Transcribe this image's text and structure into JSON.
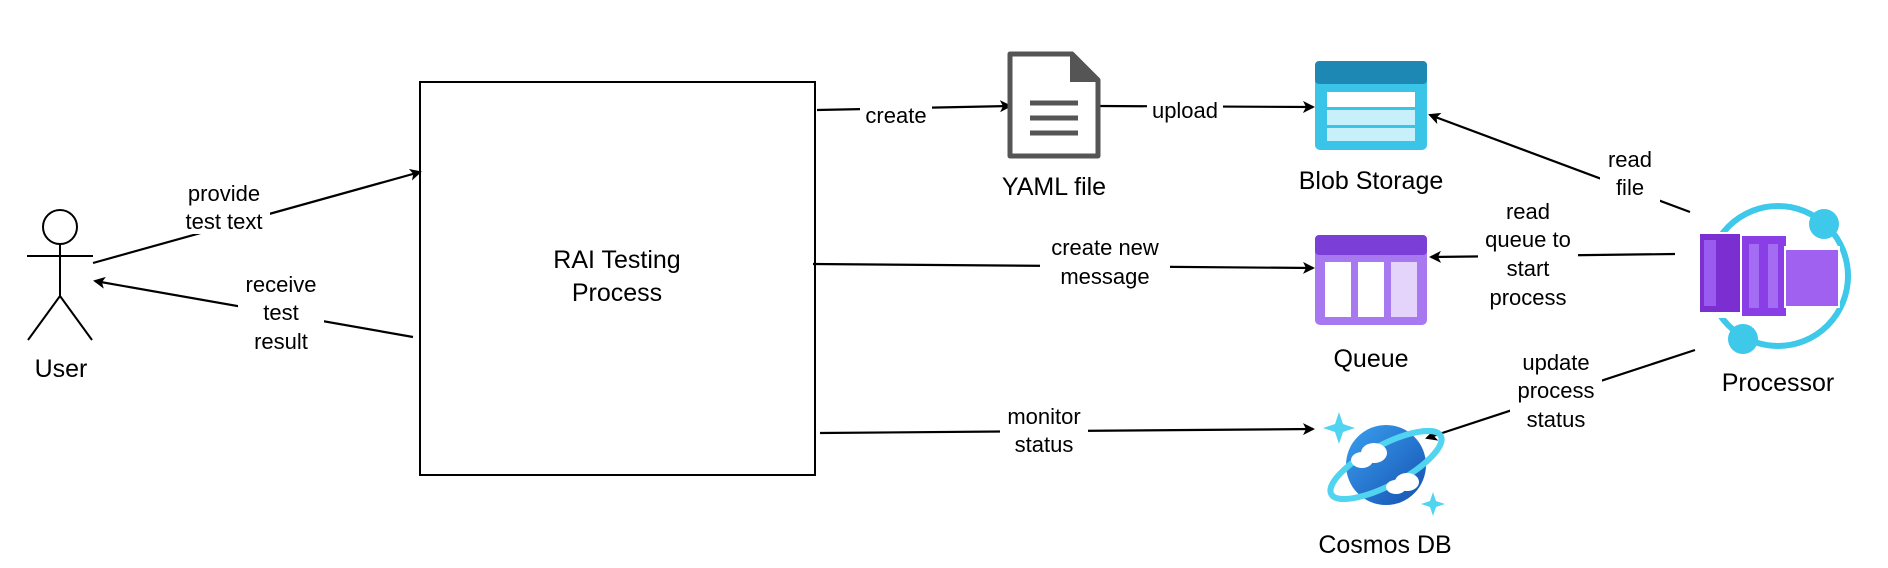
{
  "nodes": {
    "user": {
      "label": "User",
      "icon": "stick-figure-icon"
    },
    "process": {
      "label_line1": "RAI Testing",
      "label_line2": "Process"
    },
    "yaml": {
      "label": "YAML file",
      "icon": "document-icon"
    },
    "blob": {
      "label": "Blob Storage",
      "icon": "blob-storage-icon"
    },
    "queue": {
      "label": "Queue",
      "icon": "queue-icon"
    },
    "cosmos": {
      "label": "Cosmos DB",
      "icon": "cosmos-db-icon"
    },
    "processor": {
      "label": "Processor",
      "icon": "container-app-icon"
    }
  },
  "edges": {
    "provide": {
      "line1": "provide",
      "line2": "test text"
    },
    "receive": {
      "line1": "receive",
      "line2": "test",
      "line3": "result"
    },
    "create": {
      "line1": "create"
    },
    "upload": {
      "line1": "upload"
    },
    "create_message": {
      "line1": "create new",
      "line2": "message"
    },
    "monitor": {
      "line1": "monitor",
      "line2": "status"
    },
    "read_file": {
      "line1": "read",
      "line2": "file"
    },
    "read_queue": {
      "line1": "read",
      "line2": "queue to",
      "line3": "start",
      "line4": "process"
    },
    "update_status": {
      "line1": "update",
      "line2": "process",
      "line3": "status"
    }
  },
  "colors": {
    "blob_header": "#1e88b4",
    "blob_body": "#39c4e8",
    "queue_header": "#7b3fd8",
    "queue_body": "#a878f0",
    "cosmos_blue": "#1d6fd1",
    "cosmos_accent": "#50d4f0",
    "processor_purple": "#8a3ee6",
    "processor_ring": "#3ec8ea",
    "doc_gray": "#555555"
  }
}
